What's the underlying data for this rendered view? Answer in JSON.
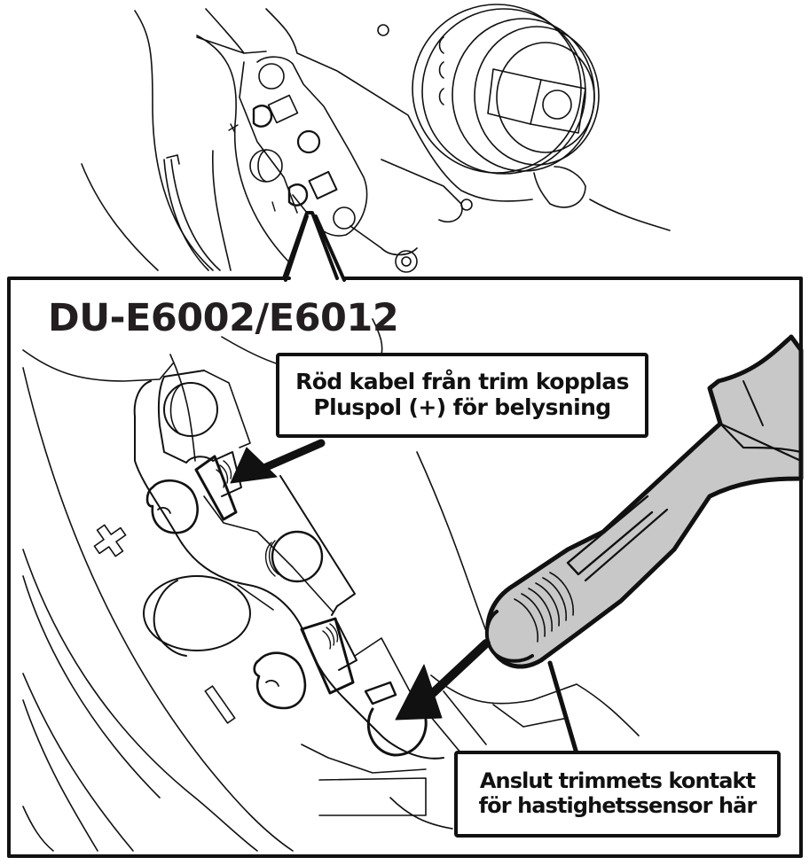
{
  "figure": {
    "model_title": "DU-E6002/E6012",
    "callouts": [
      {
        "id": "red-cable",
        "lines": [
          "Röd kabel från trim kopplas",
          "Pluspol (+) för belysning"
        ]
      },
      {
        "id": "speed-sensor",
        "lines": [
          "Anslut trimmets kontakt",
          "för hastighetssensor här"
        ]
      }
    ],
    "terminal_markings": {
      "plus": "+",
      "minus": "−"
    },
    "colors": {
      "line": "#111111",
      "connector_fill": "#c8c8c8",
      "background": "#ffffff",
      "title": "#231f20"
    }
  }
}
